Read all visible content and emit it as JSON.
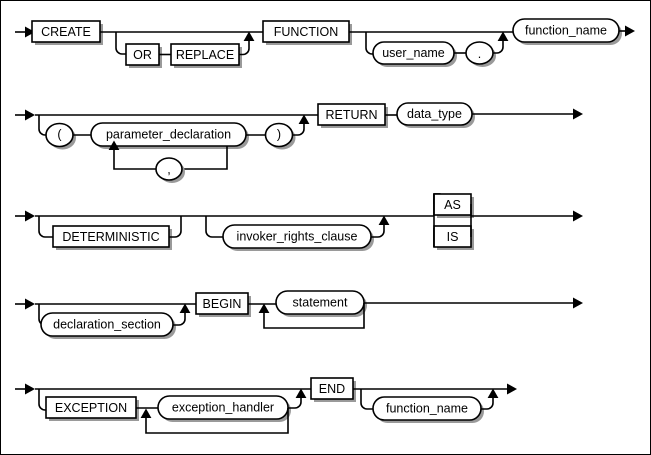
{
  "diagram": {
    "title": "CREATE FUNCTION syntax diagram",
    "type": "railroad-syntax-diagram",
    "stroke_color": "#000000",
    "background_color": "#ffffff",
    "shadow_color": "#9a9a9a",
    "rows": [
      {
        "id": "row-1",
        "keywords": [
          "CREATE",
          "OR",
          "REPLACE",
          "FUNCTION"
        ],
        "nonterminals": [
          "user_name",
          "function_name"
        ],
        "punctuation": [
          "."
        ]
      },
      {
        "id": "row-2",
        "keywords": [
          "RETURN"
        ],
        "nonterminals": [
          "parameter_declaration",
          "data_type"
        ],
        "punctuation": [
          "(",
          ")",
          ","
        ]
      },
      {
        "id": "row-3",
        "keywords": [
          "DETERMINISTIC",
          "AS",
          "IS"
        ],
        "nonterminals": [
          "invoker_rights_clause"
        ],
        "punctuation": []
      },
      {
        "id": "row-4",
        "keywords": [
          "BEGIN"
        ],
        "nonterminals": [
          "declaration_section",
          "statement"
        ],
        "punctuation": []
      },
      {
        "id": "row-5",
        "keywords": [
          "EXCEPTION",
          "END"
        ],
        "nonterminals": [
          "exception_handler",
          "function_name"
        ],
        "punctuation": []
      }
    ],
    "labels": {
      "create": "CREATE",
      "or": "OR",
      "replace": "REPLACE",
      "function": "FUNCTION",
      "user_name": "user_name",
      "dot": ".",
      "function_name": "function_name",
      "lparen": "(",
      "parameter_declaration": "parameter_declaration",
      "rparen": ")",
      "comma": ",",
      "return": "RETURN",
      "data_type": "data_type",
      "deterministic": "DETERMINISTIC",
      "invoker_rights_clause": "invoker_rights_clause",
      "as": "AS",
      "is": "IS",
      "declaration_section": "declaration_section",
      "begin": "BEGIN",
      "statement": "statement",
      "exception": "EXCEPTION",
      "exception_handler": "exception_handler",
      "end": "END",
      "function_name_end": "function_name"
    }
  }
}
